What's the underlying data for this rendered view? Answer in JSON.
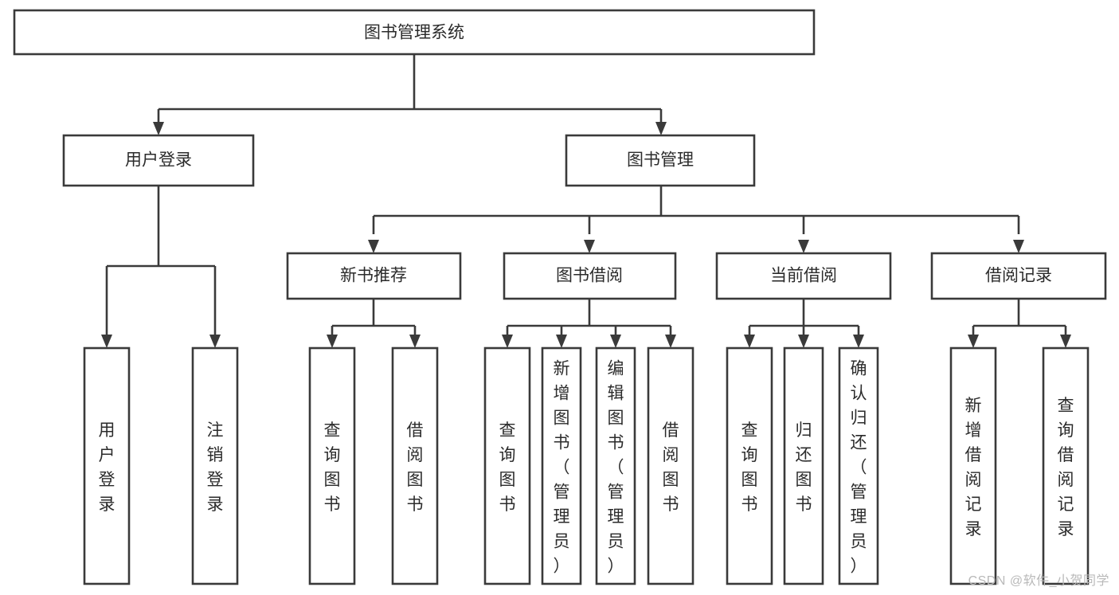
{
  "diagram": {
    "type": "tree",
    "title": "图书管理系统",
    "orientation": "top-down",
    "colors": {
      "stroke": "#3a3a3a",
      "node_fill": "#ffffff",
      "text": "#2b2b2b",
      "background": "#ffffff",
      "watermark": "#b9b9b9"
    },
    "root": {
      "id": "root",
      "label": "图书管理系统"
    },
    "level1": [
      {
        "id": "user-login",
        "label": "用户登录"
      },
      {
        "id": "book-manage",
        "label": "图书管理"
      }
    ],
    "level2": [
      {
        "id": "new-book-recommend",
        "label": "新书推荐",
        "parent": "book-manage"
      },
      {
        "id": "book-borrow",
        "label": "图书借阅",
        "parent": "book-manage"
      },
      {
        "id": "current-borrow",
        "label": "当前借阅",
        "parent": "book-manage"
      },
      {
        "id": "borrow-record",
        "label": "借阅记录",
        "parent": "book-manage"
      }
    ],
    "leaves": {
      "user-login": [
        {
          "id": "leaf-user-login",
          "label": "用户登录"
        },
        {
          "id": "leaf-logout",
          "label": "注销登录"
        }
      ],
      "new-book-recommend": [
        {
          "id": "leaf-query-book-1",
          "label": "查询图书"
        },
        {
          "id": "leaf-borrow-book-1",
          "label": "借阅图书"
        }
      ],
      "book-borrow": [
        {
          "id": "leaf-query-book-2",
          "label": "查询图书"
        },
        {
          "id": "leaf-add-book",
          "label": "新增图书（管理员）"
        },
        {
          "id": "leaf-edit-book",
          "label": "编辑图书（管理员）"
        },
        {
          "id": "leaf-borrow-book-2",
          "label": "借阅图书"
        }
      ],
      "current-borrow": [
        {
          "id": "leaf-query-book-3",
          "label": "查询图书"
        },
        {
          "id": "leaf-return-book",
          "label": "归还图书"
        },
        {
          "id": "leaf-confirm-return",
          "label": "确认归还（管理员）"
        }
      ],
      "borrow-record": [
        {
          "id": "leaf-add-record",
          "label": "新增借阅记录"
        },
        {
          "id": "leaf-query-record",
          "label": "查询借阅记录"
        }
      ]
    }
  },
  "watermark": {
    "text": "CSDN @软件_小贺同学"
  }
}
